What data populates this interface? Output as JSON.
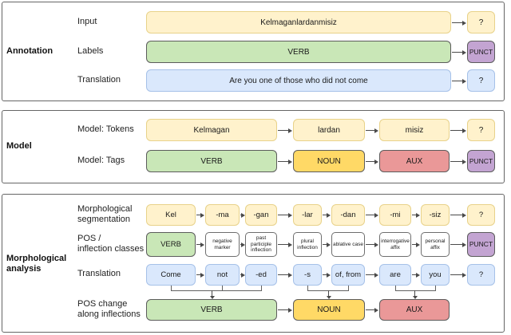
{
  "palette": {
    "yellow_fill": "#FFF2CC",
    "yellow_border": "#E8D28A",
    "green_fill": "#C9E7B7",
    "blue_fill": "#DAE8FC",
    "blue_border": "#A6C1E8",
    "purple_fill": "#C3A4D2",
    "gold_fill": "#FFD966",
    "red_fill": "#EA9898",
    "white_fill": "#FFFFFF",
    "dark_border": "#5C5C5C",
    "arrow_color": "#4A4A4A"
  },
  "sections": [
    {
      "label": "Annotation",
      "rows": [
        {
          "label": "Input",
          "boxes": [
            "Kelmaganlardanmisiz",
            "?"
          ]
        },
        {
          "label": "Labels",
          "boxes": [
            "VERB",
            "PUNCT"
          ]
        },
        {
          "label": "Translation",
          "boxes": [
            "Are you one of those who did not come",
            "?"
          ]
        }
      ]
    },
    {
      "label": "Model",
      "rows": [
        {
          "label": "Model: Tokens",
          "boxes": [
            "Kelmagan",
            "lardan",
            "misiz",
            "?"
          ]
        },
        {
          "label": "Model: Tags",
          "boxes": [
            "VERB",
            "NOUN",
            "AUX",
            "PUNCT"
          ]
        }
      ]
    },
    {
      "label": "Morphological\nanalysis",
      "rows": [
        {
          "label": "Morphological\nsegmentation",
          "boxes": [
            "Kel",
            "-ma",
            "-gan",
            "-lar",
            "-dan",
            "-mi",
            "-siz",
            "?"
          ]
        },
        {
          "label": "POS /\ninflection classes",
          "boxes": [
            "VERB",
            "negative marker",
            "past participle inflection",
            "plural inflection",
            "ablative case",
            "interrogative affix",
            "personal affix",
            "PUNCT"
          ]
        },
        {
          "label": "Translation",
          "boxes": [
            "Come",
            "not",
            "-ed",
            "-s",
            "of, from",
            "are",
            "you",
            "?"
          ]
        },
        {
          "label": "POS change\nalong inflections",
          "boxes": [
            "VERB",
            "NOUN",
            "AUX"
          ]
        }
      ]
    }
  ]
}
